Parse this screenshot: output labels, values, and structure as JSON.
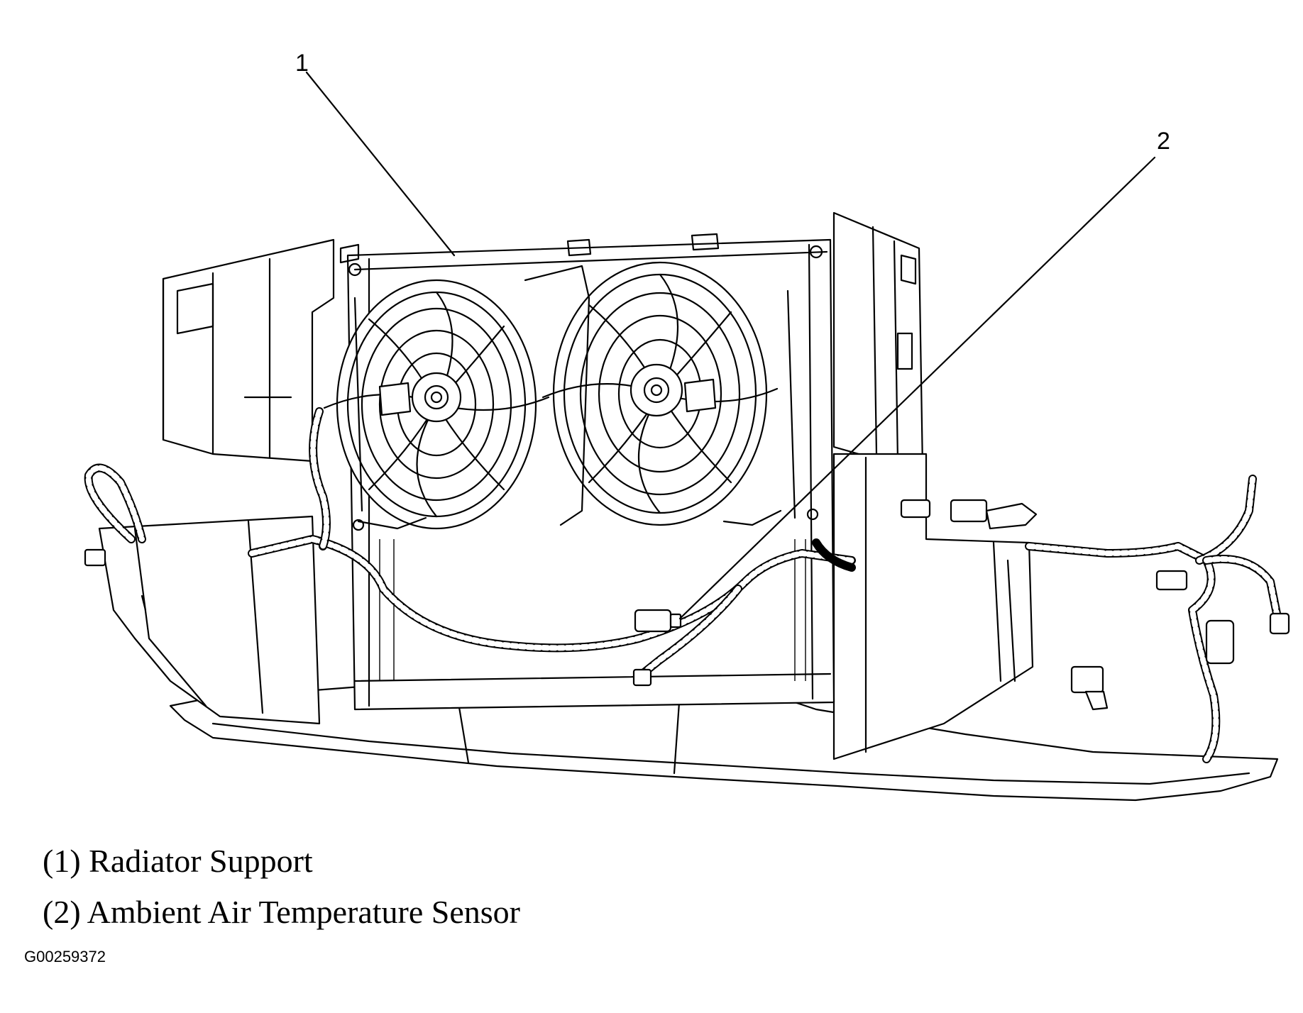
{
  "callouts": [
    {
      "number": "1",
      "label": "Radiator Support"
    },
    {
      "number": "2",
      "label": "Ambient Air Temperature Sensor"
    }
  ],
  "legend": [
    {
      "text": "(1) Radiator Support"
    },
    {
      "text": "(2) Ambient Air Temperature Sensor"
    }
  ],
  "figure_id": "G00259372"
}
